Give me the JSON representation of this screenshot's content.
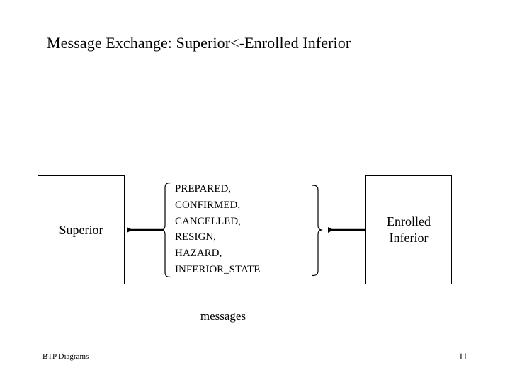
{
  "slide": {
    "title": "Message Exchange: Superior<-Enrolled Inferior",
    "background_color": "#ffffff",
    "ink_color": "#000000"
  },
  "diagram": {
    "left_entity": {
      "label": "Superior"
    },
    "right_entity": {
      "label_line1": "Enrolled",
      "label_line2": "Inferior"
    },
    "messages": [
      "PREPARED,",
      "CONFIRMED,",
      "CANCELLED,",
      "RESIGN,",
      "HAZARD,",
      "INFERIOR_STATE"
    ],
    "caption": "messages"
  },
  "footer": {
    "source": "BTP Diagrams",
    "page_number": "11"
  }
}
